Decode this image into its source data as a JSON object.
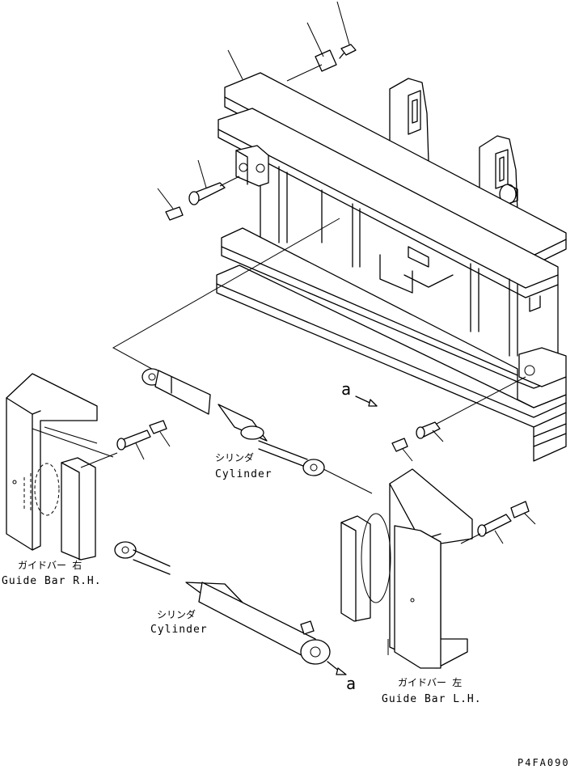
{
  "labels": {
    "cylinder_upper_jp": "シリンダ",
    "cylinder_upper_en": "Cylinder",
    "cylinder_lower_jp": "シリンダ",
    "cylinder_lower_en": "Cylinder",
    "guide_rh_jp": "ガイドバー 右",
    "guide_rh_en": "Guide Bar R.H.",
    "guide_lh_jp": "ガイドバー 左",
    "guide_lh_en": "Guide Bar L.H.",
    "ref_a_upper": "a",
    "ref_a_lower": "a",
    "drawing_code": "P4FA090"
  }
}
